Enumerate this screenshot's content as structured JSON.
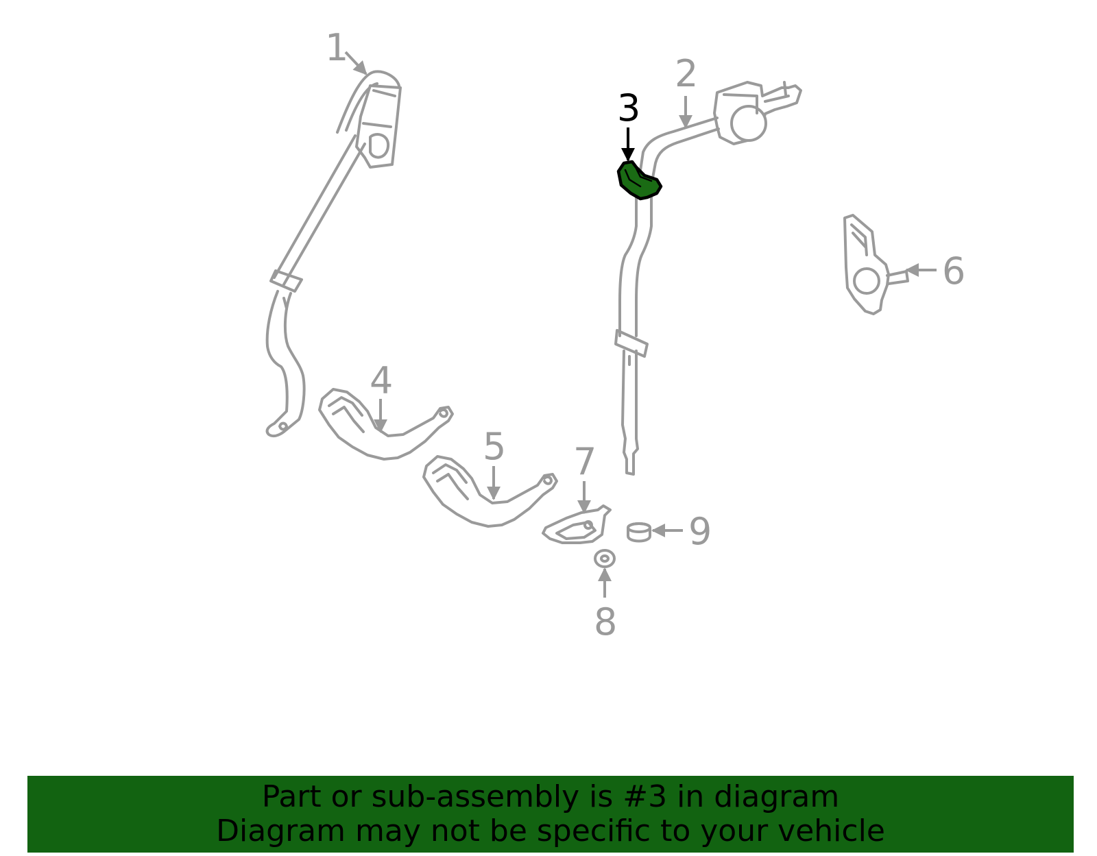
{
  "diagram": {
    "callouts": [
      {
        "number": "1",
        "highlighted": false
      },
      {
        "number": "2",
        "highlighted": false
      },
      {
        "number": "3",
        "highlighted": true
      },
      {
        "number": "4",
        "highlighted": false
      },
      {
        "number": "5",
        "highlighted": false
      },
      {
        "number": "6",
        "highlighted": false
      },
      {
        "number": "7",
        "highlighted": false
      },
      {
        "number": "8",
        "highlighted": false
      },
      {
        "number": "9",
        "highlighted": false
      }
    ],
    "colors": {
      "part_line": "#9a9a9a",
      "highlight_fill": "#1a6b14",
      "highlight_stroke": "#000000",
      "highlight_label": "#000000"
    }
  },
  "banner": {
    "line1": "Part or sub-assembly is #3 in diagram",
    "line2": "Diagram may not be specific to your vehicle",
    "background": "#126311"
  }
}
